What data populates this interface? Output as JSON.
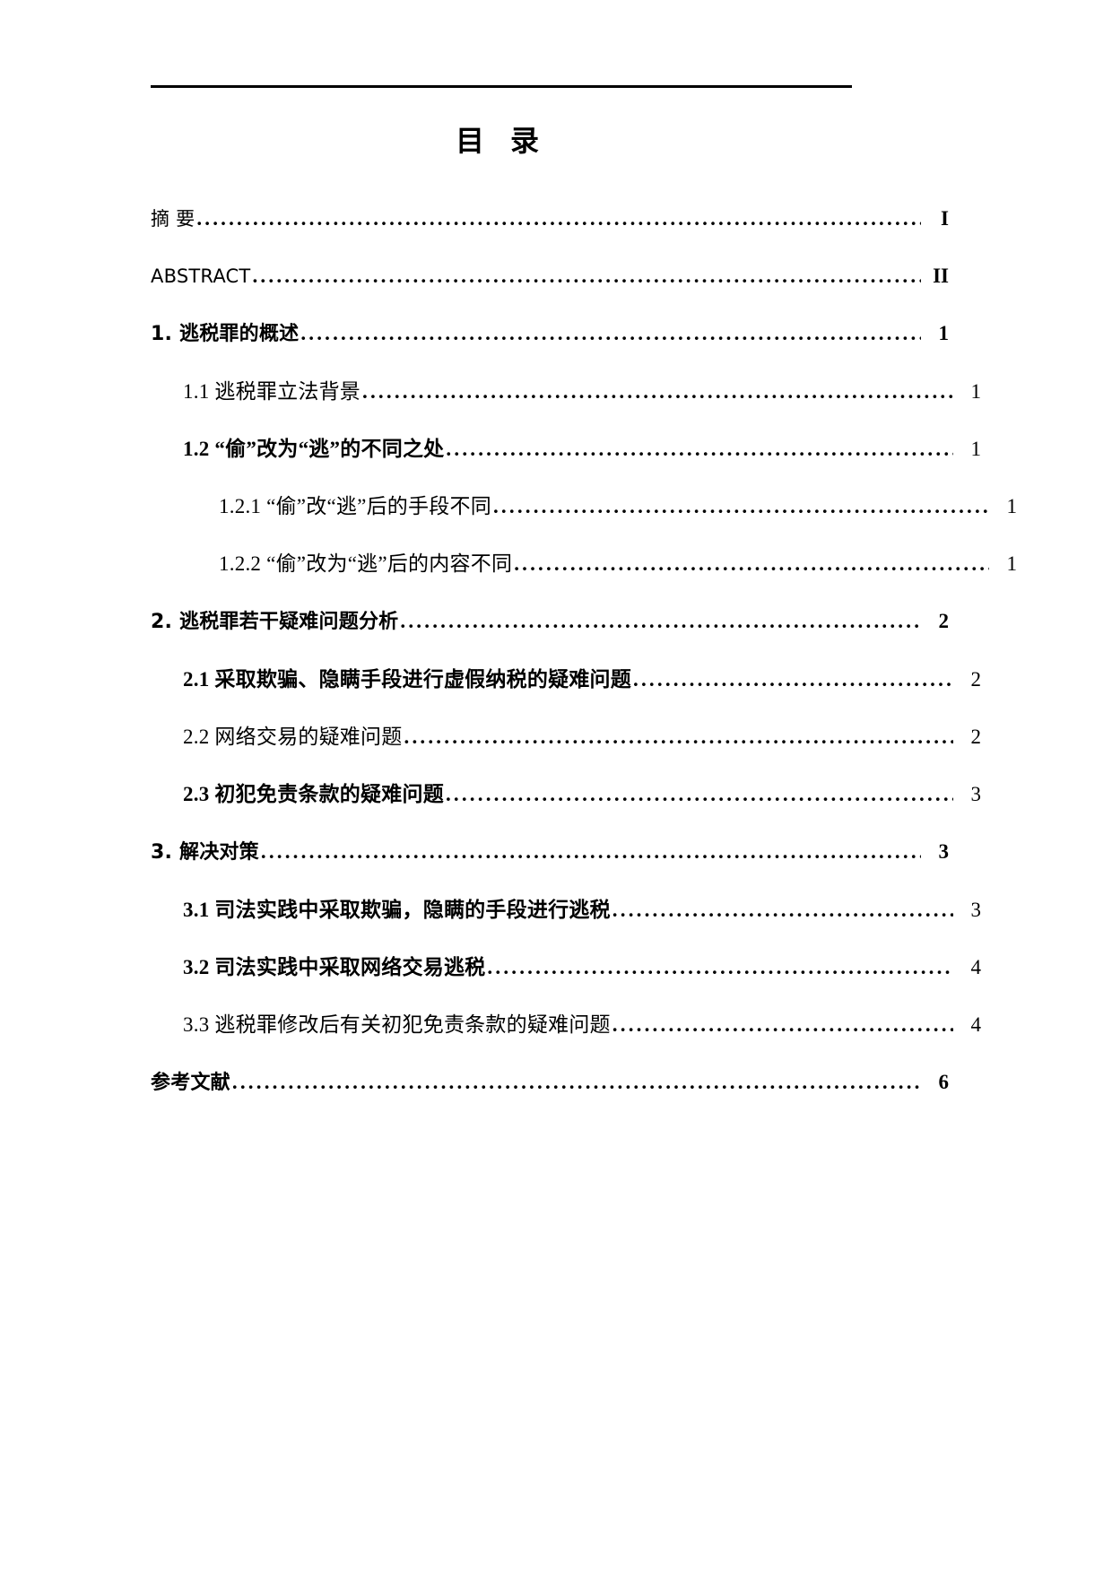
{
  "document": {
    "title": "目  录",
    "header_rule": true
  },
  "toc": {
    "entries": [
      {
        "label": "摘 要",
        "page": "I",
        "level": "front",
        "weight": "thin"
      },
      {
        "label": "ABSTRACT",
        "page": "II",
        "level": "front",
        "weight": "thin"
      },
      {
        "label": "1. 逃税罪的概述",
        "page": "1",
        "level": "1",
        "weight": "bold"
      },
      {
        "label": "1.1 逃税罪立法背景",
        "page": "1",
        "level": "2",
        "weight": "thin"
      },
      {
        "label": "1.2 “偷”改为“逃”的不同之处",
        "page": "1",
        "level": "2",
        "weight": "bold"
      },
      {
        "label": "1.2.1 “偷”改“逃”后的手段不同",
        "page": "1",
        "level": "3",
        "weight": "thin"
      },
      {
        "label": "1.2.2 “偷”改为“逃”后的内容不同",
        "page": "1",
        "level": "3",
        "weight": "thin"
      },
      {
        "label": "2. 逃税罪若干疑难问题分析",
        "page": "2",
        "level": "1",
        "weight": "bold"
      },
      {
        "label": "2.1 采取欺骗、隐瞒手段进行虚假纳税的疑难问题",
        "page": "2",
        "level": "2",
        "weight": "bold"
      },
      {
        "label": "2.2 网络交易的疑难问题",
        "page": "2",
        "level": "2",
        "weight": "thin"
      },
      {
        "label": "2.3 初犯免责条款的疑难问题",
        "page": "3",
        "level": "2",
        "weight": "bold"
      },
      {
        "label": "3. 解决对策",
        "page": "3",
        "level": "1",
        "weight": "bold"
      },
      {
        "label": "3.1 司法实践中采取欺骗，隐瞒的手段进行逃税",
        "page": "3",
        "level": "2",
        "weight": "bold"
      },
      {
        "label": "3.2 司法实践中采取网络交易逃税",
        "page": "4",
        "level": "2",
        "weight": "bold"
      },
      {
        "label": "3.3 逃税罪修改后有关初犯免责条款的疑难问题",
        "page": "4",
        "level": "2",
        "weight": "thin"
      },
      {
        "label": "参考文献",
        "page": "6",
        "level": "1",
        "weight": "bold"
      }
    ]
  }
}
